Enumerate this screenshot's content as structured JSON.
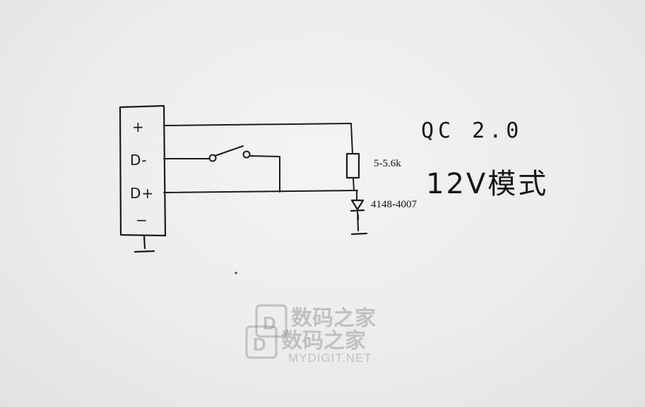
{
  "connector_pins": [
    "+",
    "D-",
    "D+",
    "−"
  ],
  "resistor_label": "5-5.6k",
  "diode_label": "4148-4007",
  "title_line1": "QC 2.0",
  "title_line2": "12V模式",
  "watermark": {
    "cn": "数码之家",
    "en": "MYDIGIT.NET"
  }
}
